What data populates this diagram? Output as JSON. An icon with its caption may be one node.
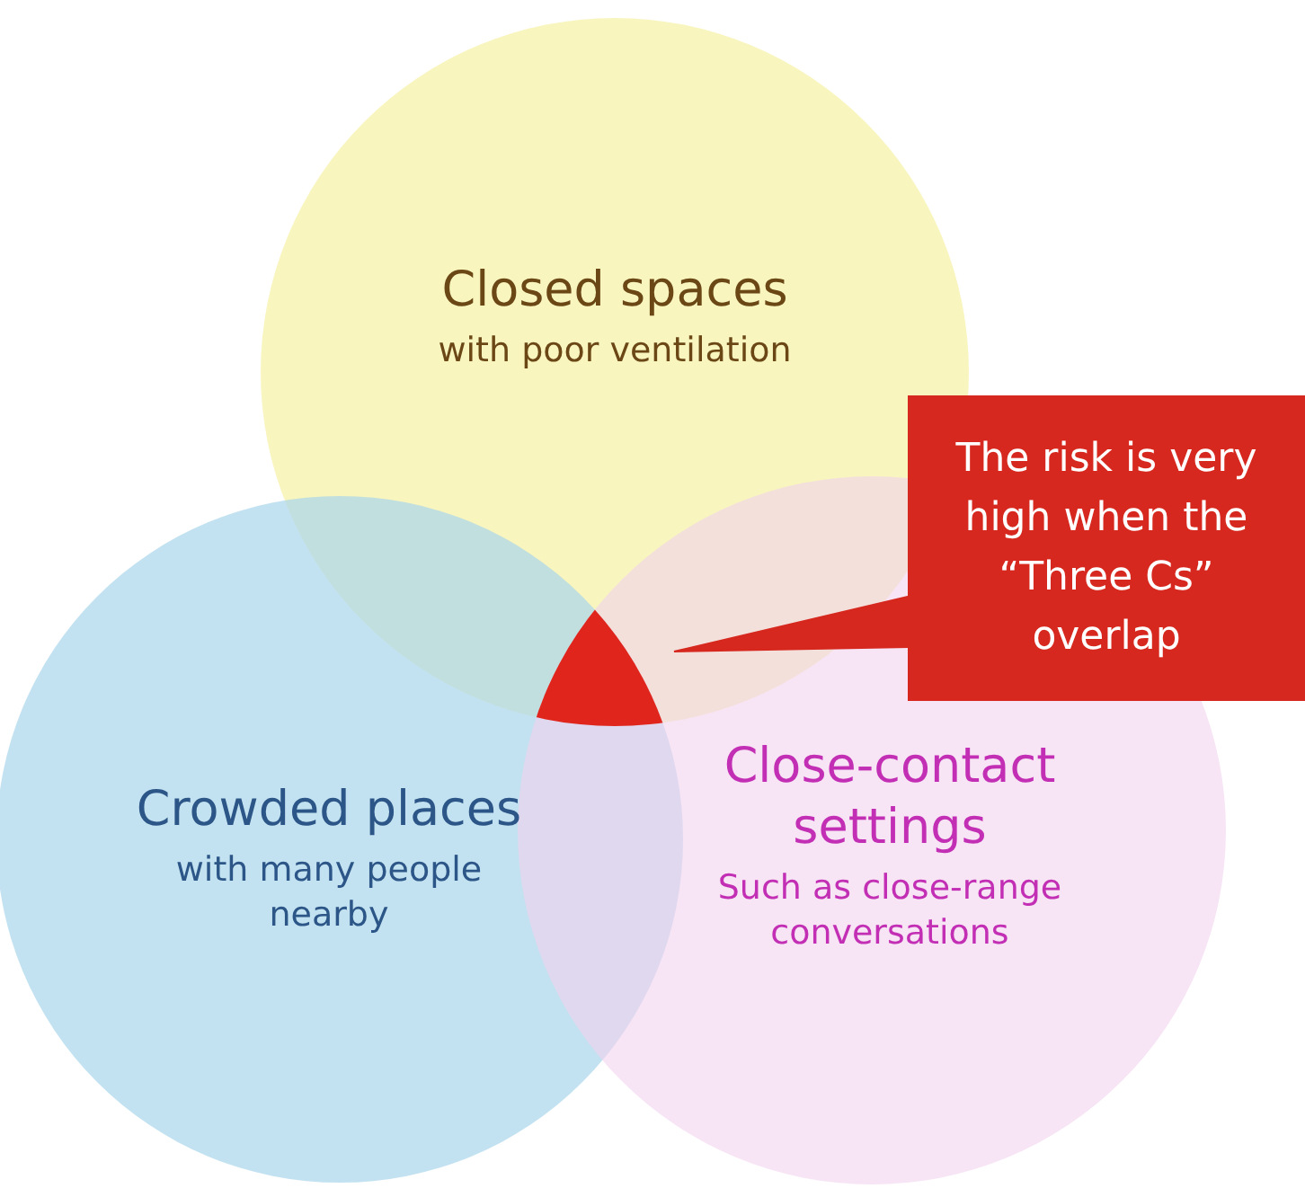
{
  "diagram": {
    "nodes": [
      {
        "text": [
          "Closed spaces",
          "with poor ventilation"
        ]
      },
      {
        "text": [
          "Crowded places",
          "with many people nearby"
        ]
      },
      {
        "text": [
          "Close-contact settings",
          "Such as close-range conversations"
        ]
      },
      {
        "text": [
          "The risk is very high when the “Three Cs” overlap"
        ]
      },
      {
        "text": [],
        "shape": "picture"
      }
    ],
    "edges": [
      {
        "from": 3,
        "to": 4,
        "arrow": "none"
      }
    ]
  }
}
